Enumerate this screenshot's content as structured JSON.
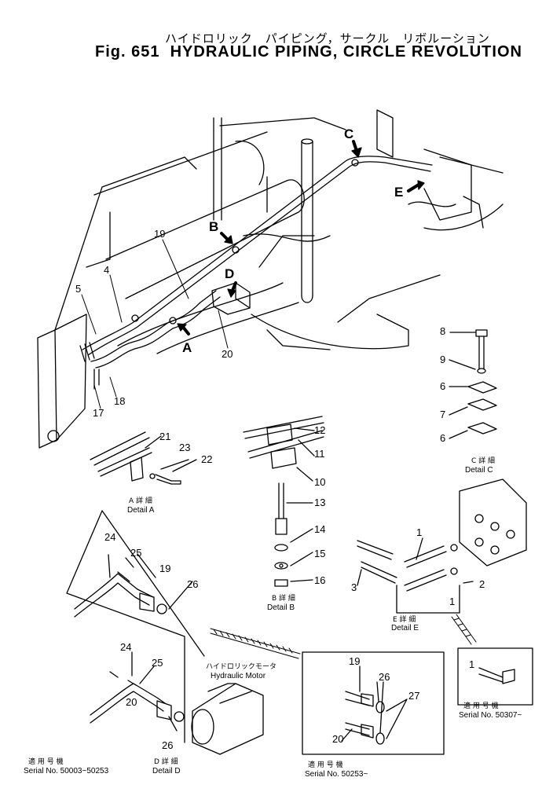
{
  "header": {
    "title_jp": "ハイドロリック　パイピング，サークル　リボルーション",
    "figure": "Fig. 651",
    "title_en": "HYDRAULIC PIPING, CIRCLE REVOLUTION"
  },
  "arrows": {
    "A": "A",
    "B": "B",
    "C": "C",
    "D": "D",
    "E": "E"
  },
  "callouts": {
    "main": [
      "19",
      "4",
      "5",
      "17",
      "18",
      "20"
    ],
    "detailC": [
      "8",
      "9",
      "6",
      "7",
      "6"
    ],
    "detailB": [
      "12",
      "11",
      "10",
      "13",
      "14",
      "15",
      "16"
    ],
    "detailA": [
      "21",
      "23",
      "22"
    ],
    "detailE": [
      "1",
      "2",
      "3",
      "1"
    ],
    "detailD": [
      "24",
      "25",
      "19",
      "26",
      "24",
      "25",
      "20",
      "26"
    ],
    "serial50253": [
      "19",
      "26",
      "27",
      "20"
    ],
    "serial50307": [
      "1"
    ]
  },
  "details": {
    "A_jp": "A 詳 細",
    "A_en": "Detail A",
    "B_jp": "B 詳 細",
    "B_en": "Detail B",
    "C_jp": "C 詳 細",
    "C_en": "Detail C",
    "D_jp": "D 詳 細",
    "D_en": "Detail D",
    "E_jp": "E 詳 細",
    "E_en": "Detail E"
  },
  "motor": {
    "jp": "ハイドロリックモータ",
    "en": "Hydraulic Motor"
  },
  "serials": {
    "s1_jp": "適 用 号 機",
    "s1": "Serial No. 50003~50253",
    "s2_jp": "適 用 号 機",
    "s2": "Serial No. 50253~",
    "s3_jp": "適 用 号 機",
    "s3": "Serial No. 50307~"
  }
}
